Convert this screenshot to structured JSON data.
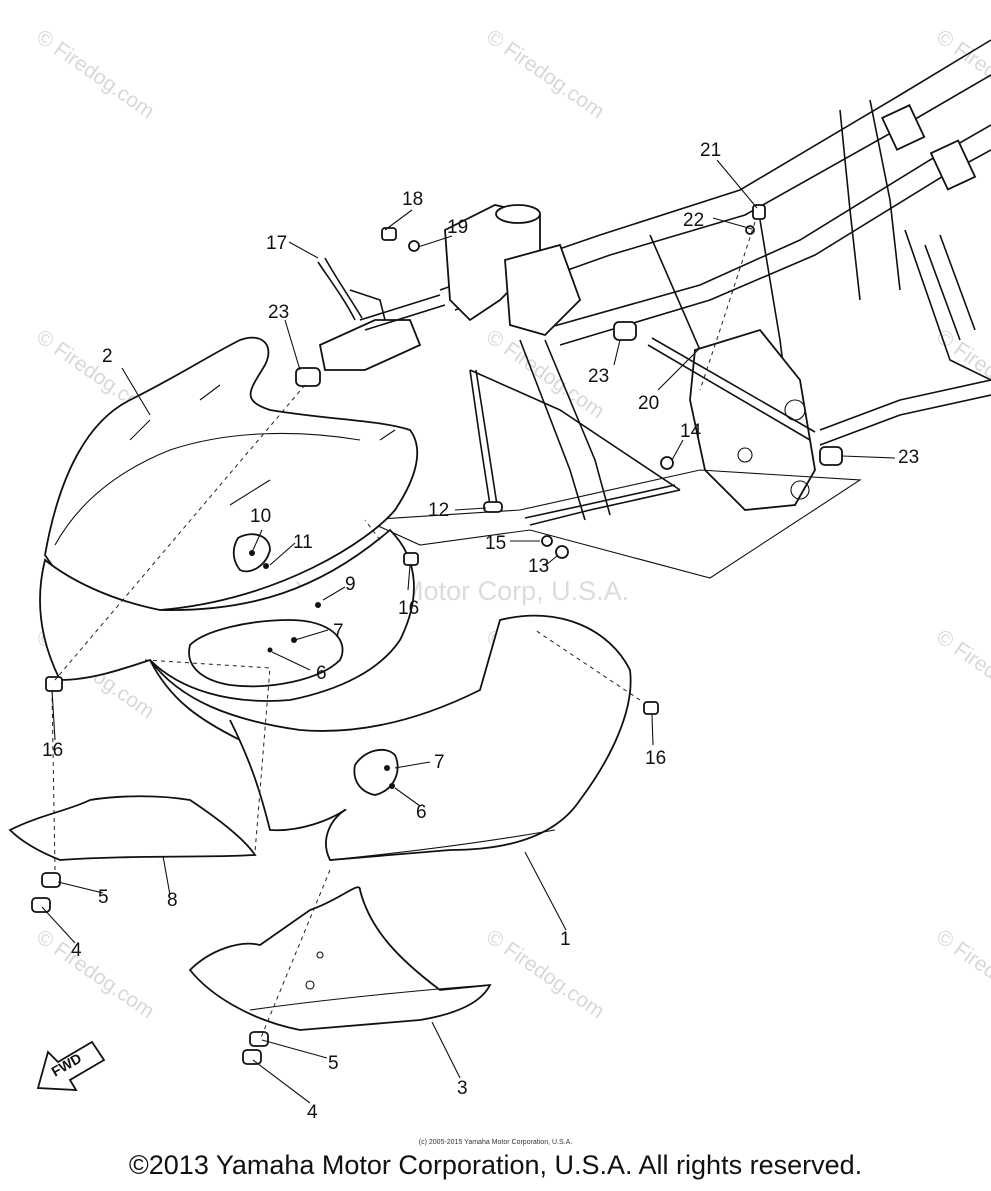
{
  "watermark": {
    "text": "© Firedog.com",
    "center_text": "Yamaha Motor Corp, U.S.A."
  },
  "callouts": [
    "1",
    "2",
    "3",
    "4",
    "4",
    "5",
    "5",
    "6",
    "6",
    "7",
    "7",
    "8",
    "9",
    "10",
    "11",
    "12",
    "13",
    "14",
    "15",
    "16",
    "16",
    "16",
    "17",
    "18",
    "19",
    "20",
    "21",
    "22",
    "23",
    "23",
    "23"
  ],
  "direction_label": "FWD",
  "small_credit": "(c) 2005-2015 Yamaha Motor Corporation, U.S.A.",
  "copyright": "©2013 Yamaha Motor Corporation, U.S.A. All rights reserved."
}
